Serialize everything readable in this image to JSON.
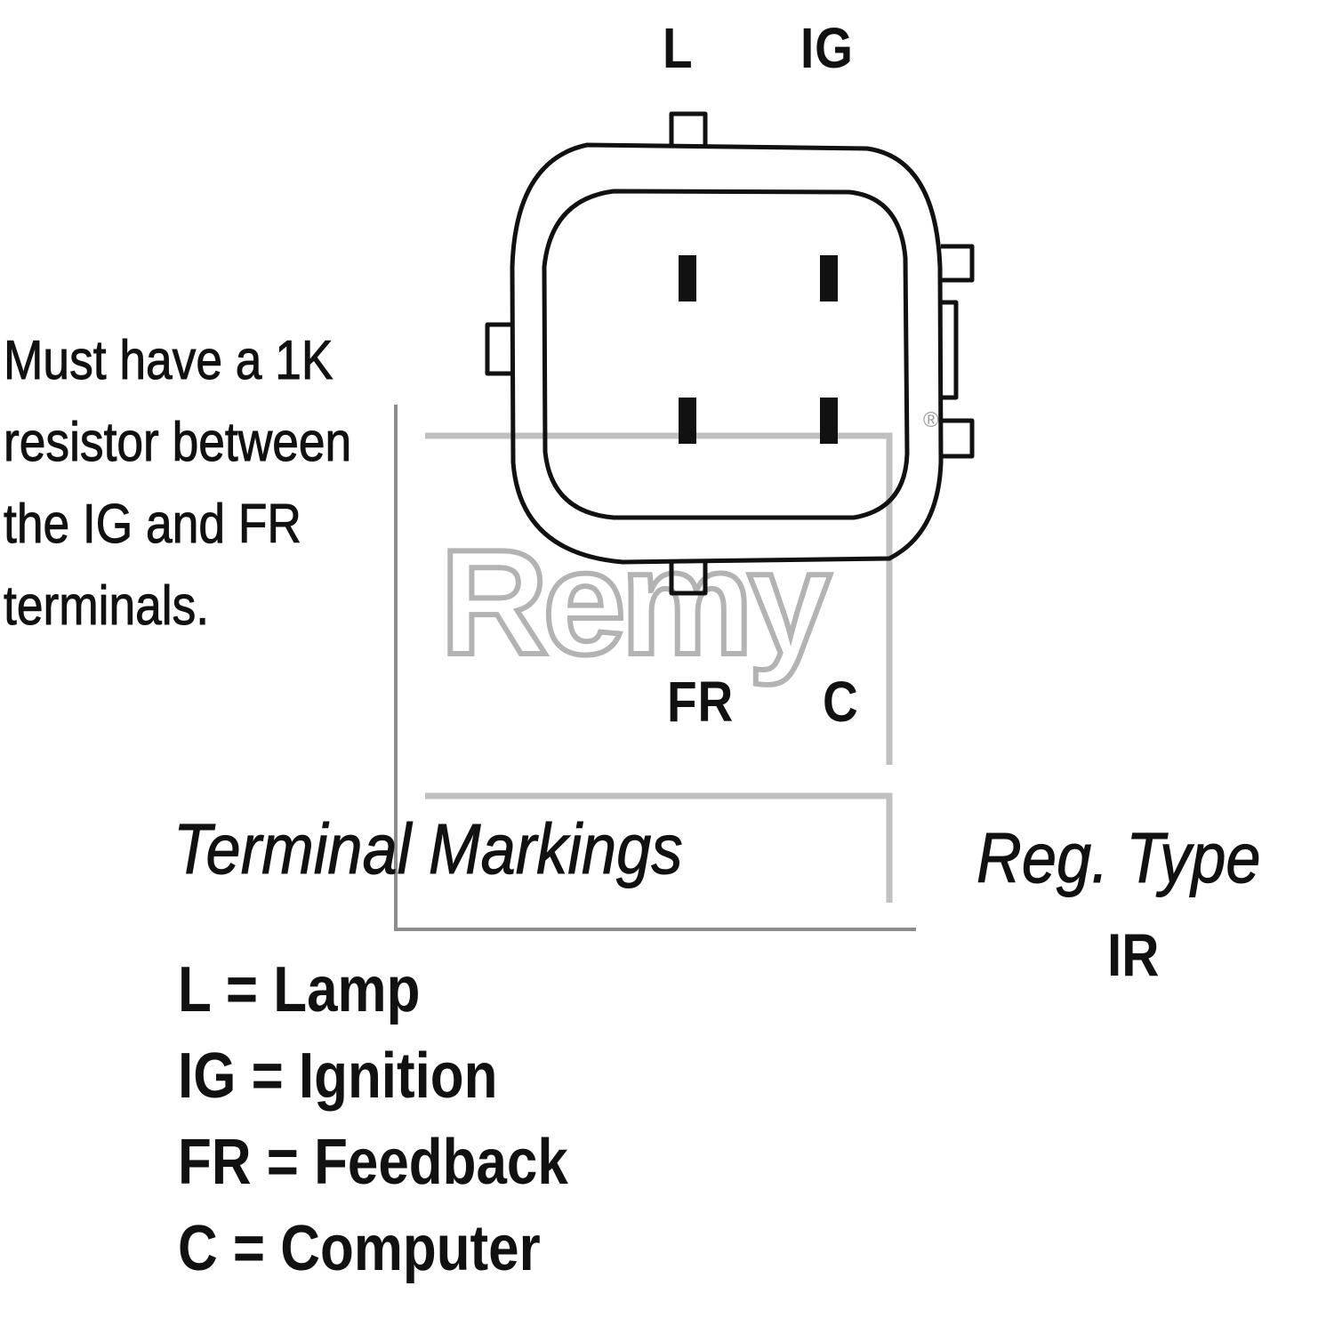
{
  "connector": {
    "pins": {
      "top_left": "L",
      "top_right": "IG",
      "bottom_left": "FR",
      "bottom_right": "C"
    }
  },
  "note": {
    "text": "Must have a 1K\nresistor between\nthe IG and FR\nterminals."
  },
  "legend": {
    "title": "Terminal Markings",
    "items": [
      "L = Lamp",
      "IG = Ignition",
      "FR = Feedback",
      "C = Computer"
    ]
  },
  "regulator": {
    "title": "Reg. Type",
    "value": "IR"
  },
  "watermark": {
    "brand": "Remy",
    "mark": "®"
  },
  "colors": {
    "ink": "#111111",
    "watermark": "#9a9a9a",
    "watermark_frame": "#8c8c8c"
  }
}
